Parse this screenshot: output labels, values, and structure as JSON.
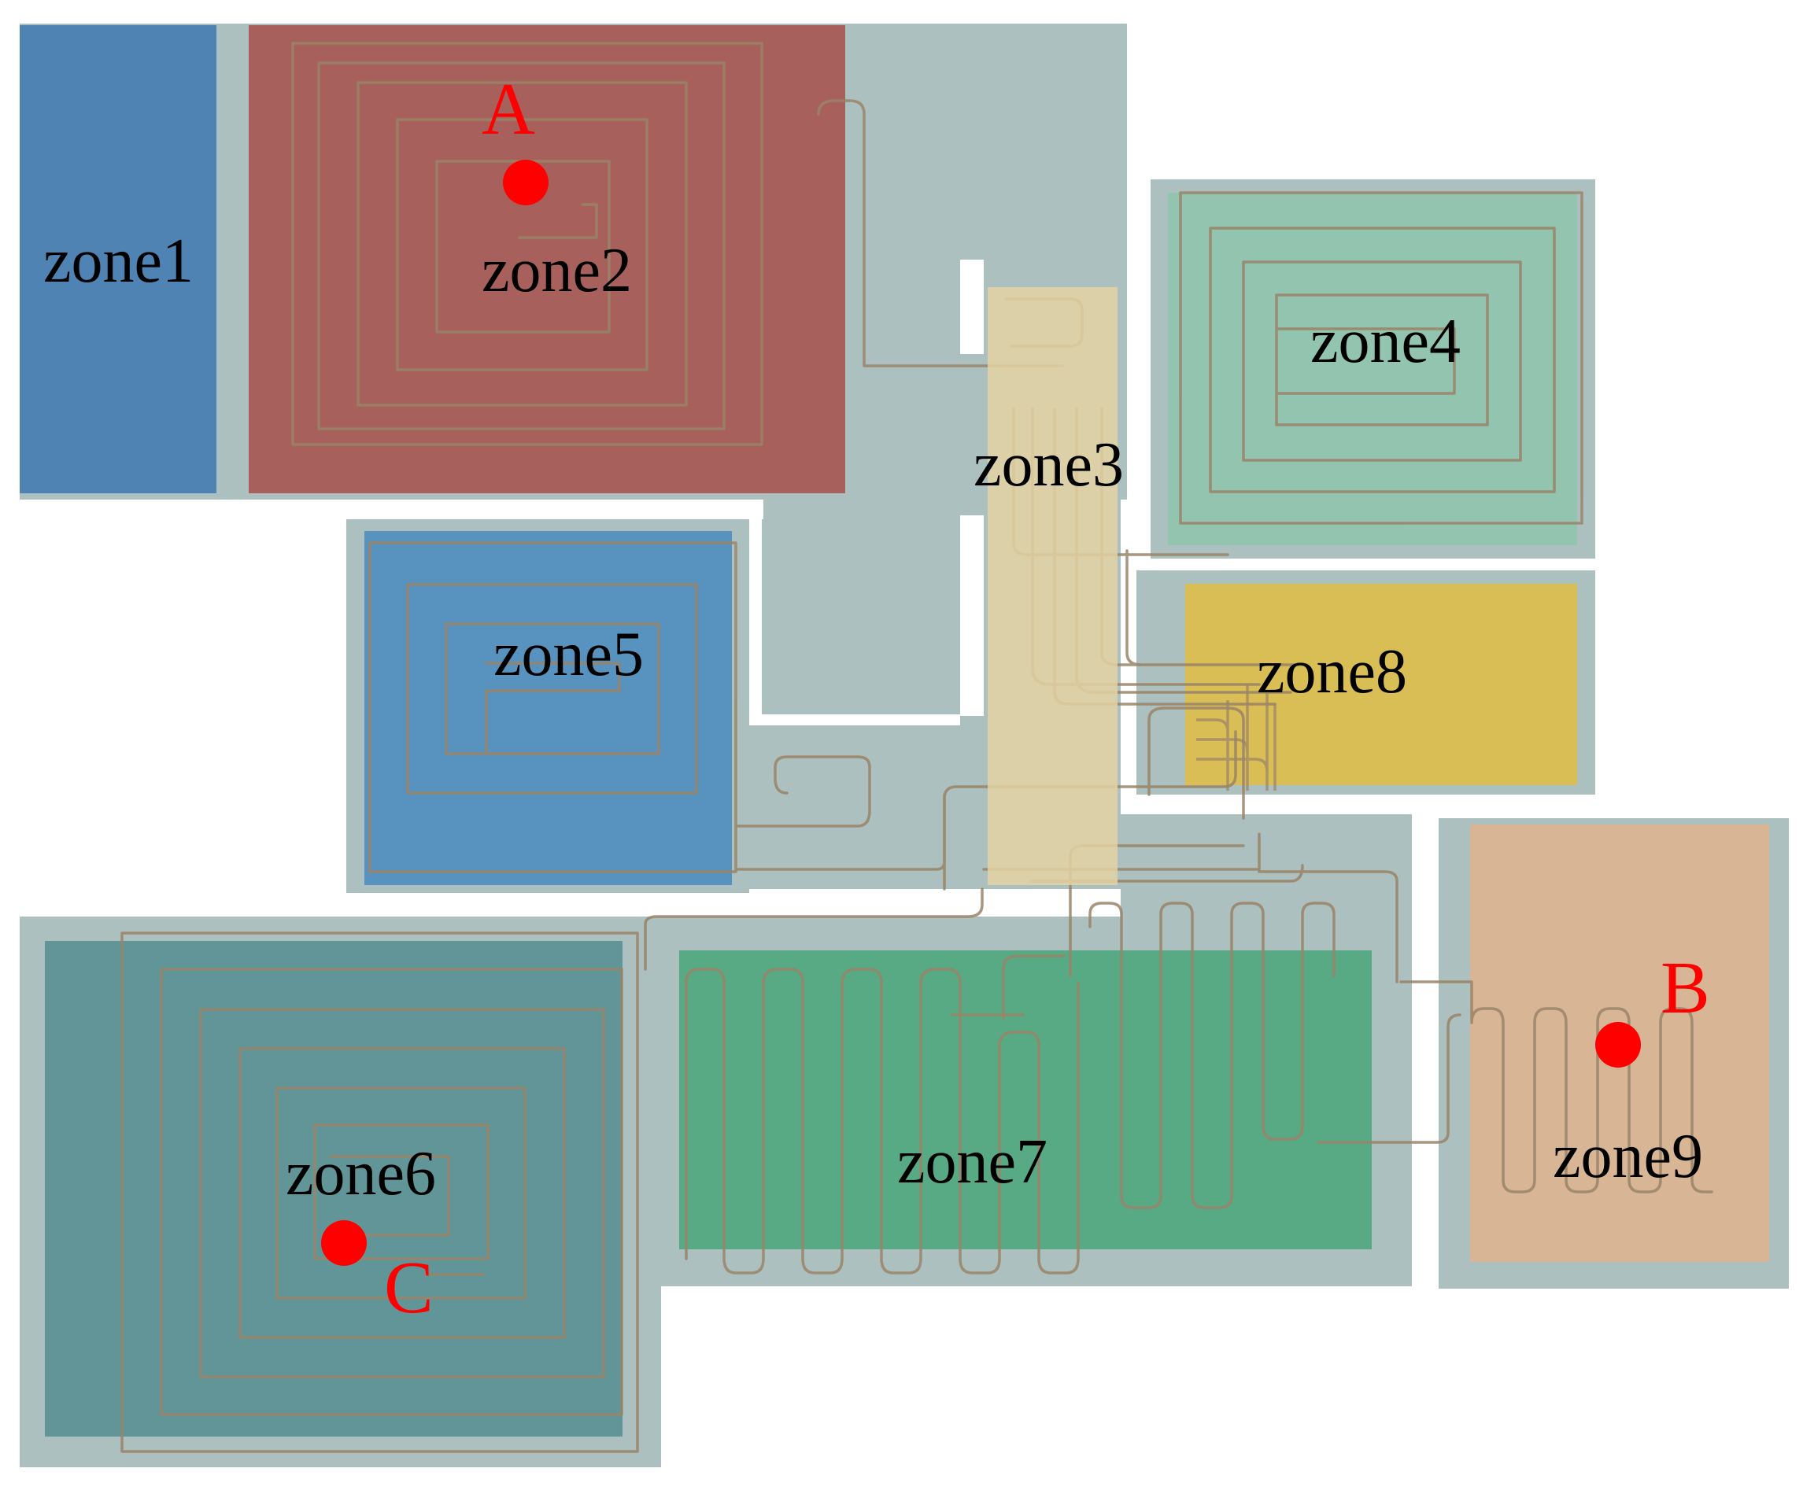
{
  "zones": [
    {
      "id": "zone1",
      "label": "zone1",
      "color": "#4f83b4"
    },
    {
      "id": "zone2",
      "label": "zone2",
      "color": "#a7605c"
    },
    {
      "id": "zone3",
      "label": "zone3",
      "color": "#e3d2a2"
    },
    {
      "id": "zone4",
      "label": "zone4",
      "color": "#92c4b0"
    },
    {
      "id": "zone5",
      "label": "zone5",
      "color": "#5893bf"
    },
    {
      "id": "zone6",
      "label": "zone6",
      "color": "#629598"
    },
    {
      "id": "zone7",
      "label": "zone7",
      "color": "#57aa84"
    },
    {
      "id": "zone8",
      "label": "zone8",
      "color": "#d9bd55"
    },
    {
      "id": "zone9",
      "label": "zone9",
      "color": "#d7b595"
    }
  ],
  "points": [
    {
      "id": "A",
      "label": "A",
      "zone": "zone2"
    },
    {
      "id": "B",
      "label": "B",
      "zone": "zone9"
    },
    {
      "id": "C",
      "label": "C",
      "zone": "zone6"
    }
  ],
  "colors": {
    "floor": "#acc0bf",
    "pipe": "#9a8468",
    "marker": "#ff0000",
    "label_text": "#000000"
  }
}
